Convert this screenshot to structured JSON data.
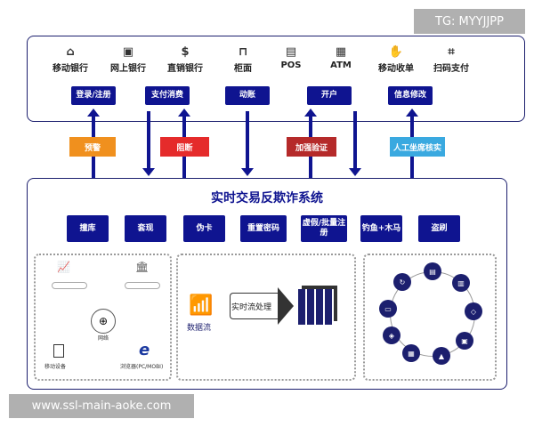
{
  "channels": [
    {
      "label": "移动银行",
      "icon": "mobile-bank-icon"
    },
    {
      "label": "网上银行",
      "icon": "online-bank-icon"
    },
    {
      "label": "直销银行",
      "icon": "dollar-icon"
    },
    {
      "label": "柜面",
      "icon": "counter-icon"
    },
    {
      "label": "POS",
      "icon": "pos-icon"
    },
    {
      "label": "ATM",
      "icon": "atm-icon"
    },
    {
      "label": "移动收单",
      "icon": "hand-icon"
    },
    {
      "label": "扫码支付",
      "icon": "scan-icon"
    }
  ],
  "actions": [
    "登录/注册",
    "支付消费",
    "动账",
    "开户",
    "信息修改"
  ],
  "responses": [
    {
      "label": "预警",
      "color": "#f0901e"
    },
    {
      "label": "阻断",
      "color": "#e52b2b"
    },
    {
      "label": "加强验证",
      "color": "#b52a2a"
    },
    {
      "label": "人工坐席核实",
      "color": "#3aa9e0"
    }
  ],
  "system": {
    "title": "实时交易反欺诈系统",
    "threats": [
      "撞库",
      "套现",
      "伪卡",
      "重置密码",
      "虚假/批量注册",
      "钓鱼+木马",
      "盗刷"
    ],
    "middle": {
      "stream_label": "数据流",
      "process_label": "实时流处理"
    },
    "left": {
      "center_label": "网络",
      "device_label": "移动设备",
      "browser_label": "浏览器(PC/MOBI)"
    }
  },
  "watermarks": {
    "top": "TG: MYYJJPP",
    "bottom": "www.ssl-main-aoke.com"
  },
  "colors": {
    "primary": "#0f1490"
  }
}
